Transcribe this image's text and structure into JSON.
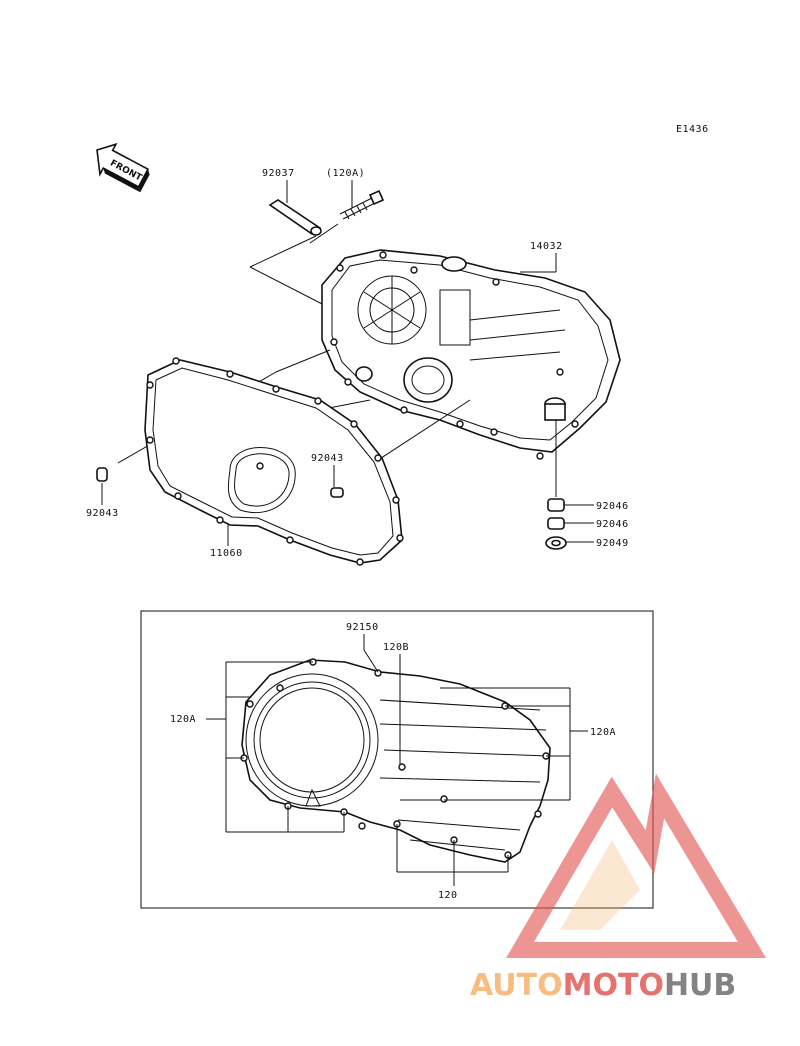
{
  "diagram_code": "E1436",
  "front_label": "FRONT",
  "parts": {
    "p92037": "92037",
    "p120A_top": "(120A)",
    "p14032": "14032",
    "p92043_right": "92043",
    "p92043_left": "92043",
    "p11060": "11060",
    "p92046_a": "92046",
    "p92046_b": "92046",
    "p92049": "92049"
  },
  "inset": {
    "p92150": "92150",
    "p120B": "120B",
    "p120A_left": "120A",
    "p120A_right": "120A",
    "p120": "120"
  },
  "watermark": {
    "part1": "AUTO",
    "part2": "MOTO",
    "part3": "HUB",
    "color_light": "#f6b26b",
    "color_red": "#e25a55",
    "color_gray": "#6e6e6e"
  }
}
